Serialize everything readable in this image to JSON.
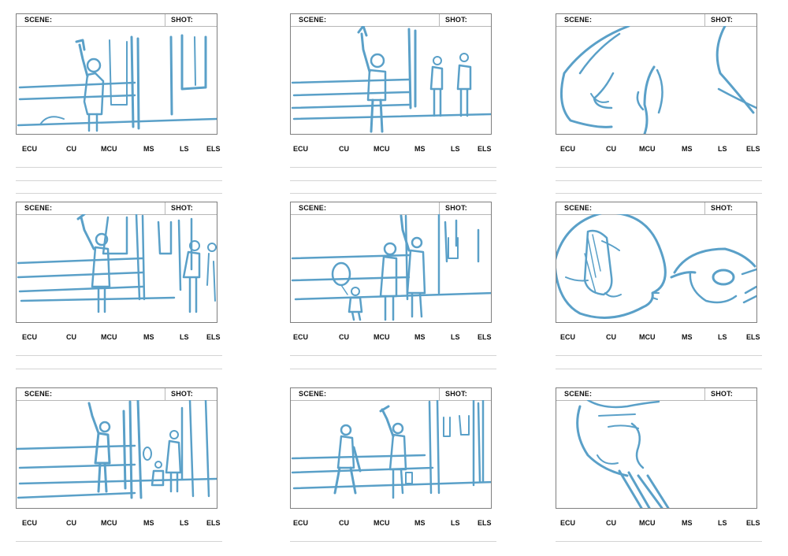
{
  "labels": {
    "scene": "SCENE:",
    "shot": "SHOT:"
  },
  "shot_sizes": [
    "ECU",
    "CU",
    "MCU",
    "MS",
    "LS",
    "ELS"
  ],
  "sketch_color": "#5aa0c8",
  "panels": [
    {
      "sketch": "man-waving-at-window"
    },
    {
      "sketch": "man-waving-two-children"
    },
    {
      "sketch": "closeup-face-profile"
    },
    {
      "sketch": "man-at-window-girl-and-child"
    },
    {
      "sketch": "family-with-balloon"
    },
    {
      "sketch": "face-with-penguin-thought"
    },
    {
      "sketch": "man-waving-girl-and-child"
    },
    {
      "sketch": "two-figures-walking"
    },
    {
      "sketch": "head-turned-profile"
    }
  ]
}
